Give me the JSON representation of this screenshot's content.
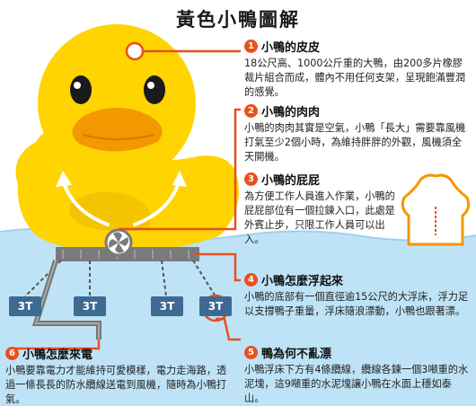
{
  "title": "黃色小鴨圖解",
  "sections": [
    {
      "num": "1",
      "heading": "小鴨的皮皮",
      "body": "18公尺高、1000公斤重的大鴨，由200多片橡膠裁片組合而成，體內不用任何支架，呈現飽滿豐潤的感覺。"
    },
    {
      "num": "2",
      "heading": "小鴨的肉肉",
      "body": "小鴨的肉肉其實是空氣，小鴨「長大」需要靠風機打氣至少2個小時，為維持胖胖的外觀，風機須全天開機。"
    },
    {
      "num": "3",
      "heading": "小鴨的屁屁",
      "body": "為方便工作人員進入作業，小鴨的屁屁部位有一個拉鍊入口，此處是外賓止步，只限工作人員可以出入。"
    },
    {
      "num": "4",
      "heading": "小鴨怎麼浮起來",
      "body": "小鴨的底部有一個直徑逾15公尺的大浮床，浮力足以支撐鴨子重量，浮床隨浪漂動，小鴨也跟著漂。"
    },
    {
      "num": "5",
      "heading": "鴨為何不亂漂",
      "body": "小鴨浮床下方有4條纜線，纜線各鍊一個3噸重的水泥塊，這9噸重的水泥塊讓小鴨在水面上穩如泰山。"
    },
    {
      "num": "6",
      "heading": "小鴨怎麼來電",
      "body": "小鴨要靠電力才能維持可愛模樣，電力走海路，透過一條長長的防水纜線送電到風機，隨時為小鴨打氣。"
    }
  ],
  "weights": [
    "3T",
    "3T",
    "3T",
    "3T"
  ],
  "colors": {
    "duck": "#ffd400",
    "duck_shade": "#f5b800",
    "beak": "#f39800",
    "accent": "#e8501c",
    "water": "#bfe3f6",
    "weight": "#3d6a92"
  }
}
